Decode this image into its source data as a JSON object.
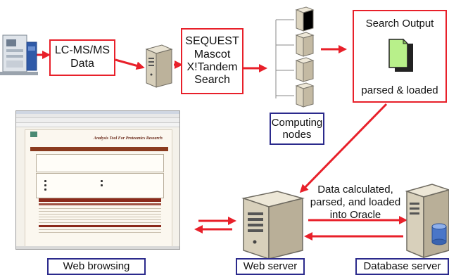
{
  "colors": {
    "box_border_red": "#e8202a",
    "box_border_blue": "#2b2a8c",
    "arrow_red": "#e8202a"
  },
  "labels": {
    "lcms": "LC-MS/MS\nData",
    "search_engines": "SEQUEST\nMascot\nX!Tandem\nSearch",
    "search_output_title": "Search Output",
    "search_output_sub": "parsed & loaded",
    "computing_nodes": "Computing\nnodes",
    "data_calculated": "Data calculated,\nparsed, and loaded\ninto Oracle",
    "web_browsing": "Web browsing",
    "web_server": "Web server",
    "database_server": "Database server"
  },
  "screenshot": {
    "app_title": "Analysis Tool For Proteomics Research"
  },
  "icons": {
    "instrument": "mass-spectrometer-icon",
    "server": "server-tower-icon",
    "document": "document-stack-icon",
    "database": "database-cylinder-icon"
  }
}
